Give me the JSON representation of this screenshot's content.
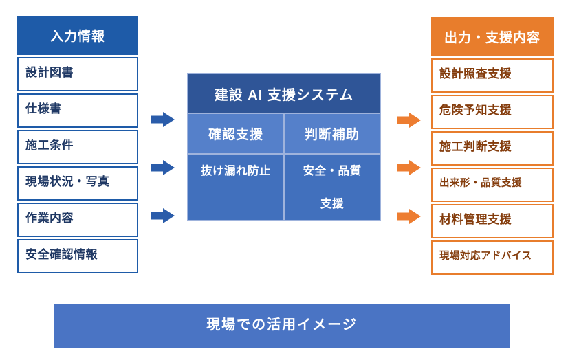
{
  "colors": {
    "input_blue": "#1E5BA8",
    "input_text": "#1F3864",
    "arrow_blue": "#2A5CAA",
    "system_border": "#9FB3DC",
    "system_title_bg": "#2F5597",
    "system_subheader_bg": "#5580CA",
    "system_body_bg": "#4170BD",
    "output_orange": "#E87D2C",
    "output_text": "#843C0C",
    "arrow_orange": "#ED7D31",
    "banner_bg": "#4A74C4"
  },
  "input_panel": {
    "header": "入力情報",
    "items": [
      "設計図書",
      "仕様書",
      "施工条件",
      "現場状況・写真",
      "作業内容",
      "安全確認情報"
    ]
  },
  "system_panel": {
    "title": "建設 AI 支援システム",
    "left_header": "確認支援",
    "right_header": "判断補助",
    "left_body": "抜け漏れ防止",
    "right_body_line1": "安全・品質",
    "right_body_line2": "支援"
  },
  "output_panel": {
    "header": "出力・支援内容",
    "items": [
      "設計照査支援",
      "危険予知支援",
      "施工判断支援",
      "出来形・品質支援",
      "材料管理支援",
      "現場対応アドバイス"
    ]
  },
  "banner": {
    "label": "現場での活用イメージ"
  }
}
